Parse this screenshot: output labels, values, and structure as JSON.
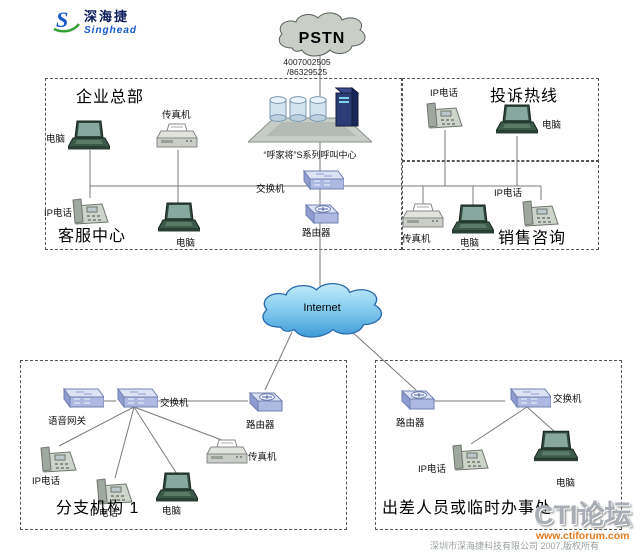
{
  "logo": {
    "company_cn": "深海捷",
    "company_en": "Singhead"
  },
  "clouds": {
    "pstn": "PSTN",
    "internet": "Internet"
  },
  "callcenter": {
    "number_line1": "4007002505",
    "number_line2": "/86329525",
    "caption": "“呼家将”S系列呼叫中心"
  },
  "regions": {
    "hq": "企业总部",
    "service_center": "客服中心",
    "hotline": "投诉热线",
    "sales": "销售咨询",
    "branch": "分支机构 1",
    "mobile": "出差人员或临时办事处"
  },
  "devices": {
    "pc": "电脑",
    "fax": "传真机",
    "ip_phone": "IP电话",
    "switch": "交换机",
    "router": "路由器",
    "voice_gateway": "语音网关"
  },
  "footer": {
    "copyright": "深圳市深海捷科技有限公司 2007,版权所有"
  },
  "watermark": {
    "brand": "CTI论坛",
    "url": "www.ctiforum.com"
  }
}
